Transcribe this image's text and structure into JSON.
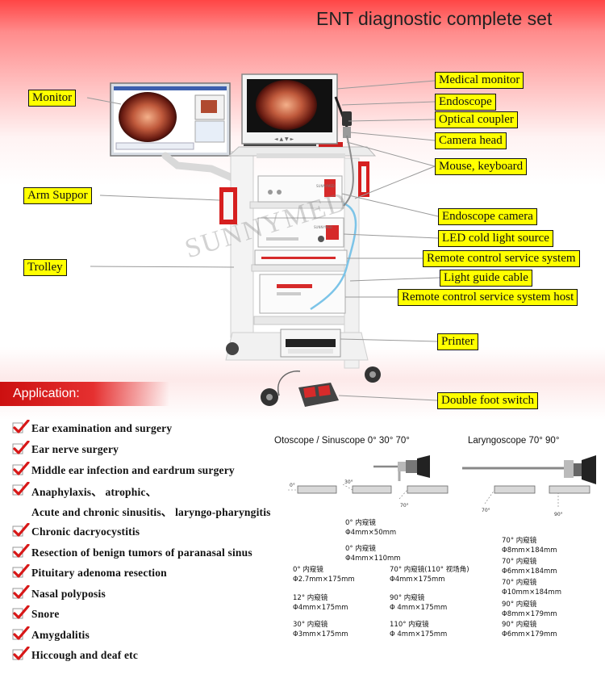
{
  "title": "ENT diagnostic complete set",
  "watermark": "SUNNYMED",
  "callouts": {
    "monitor": "Monitor",
    "arm_support": "Arm Suppor",
    "trolley": "Trolley",
    "medical_monitor": "Medical monitor",
    "endoscope": "Endoscope",
    "optical_coupler": "Optical coupler",
    "camera_head": "Camera head",
    "mouse_keyboard": "Mouse, keyboard",
    "endoscope_camera": "Endoscope camera",
    "led_light_source": "LED cold light source",
    "remote_control_system": "Remote control service system",
    "light_guide_cable": "Light guide cable",
    "remote_control_host": "Remote control service system host",
    "printer": "Printer",
    "double_foot_switch": "Double foot switch"
  },
  "device_labels": {
    "screen_buttons": "◄ ▲ ▼ ►",
    "camera_unit": "SUNNYMED",
    "light_unit": "SUNNYMED"
  },
  "application": {
    "heading": "Application:",
    "items": [
      "Ear  examination  and  surgery",
      "Ear  nerve  surgery",
      "Middle  ear infection  and  eardrum  surgery",
      "Anaphylaxis、 atrophic、",
      "Acute and chronic  sinusitis、  laryngo-pharyngitis",
      "Chronic  dacryocystitis",
      "Resection of benign tumors of paranasal sinus",
      "Pituitary adenoma resection",
      "Nasal polyposis",
      "Snore",
      "Amygdalitis",
      "Hiccough and deaf etc"
    ]
  },
  "scopes": {
    "otoscope_heading": "Otoscope / Sinuscope 0°  30°  70°",
    "laryngoscope_heading": "Laryngoscope 70°  90°",
    "tip_angles": [
      "0°",
      "30°",
      "70°",
      "70°",
      "90°"
    ],
    "specs": [
      {
        "name": "0°  内窥镜",
        "size": "Φ4mm×50mm"
      },
      {
        "name": "0°  内窥镜",
        "size": "Φ4mm×110mm"
      },
      {
        "name": "0°  内窥镜",
        "size": "Φ2.7mm×175mm"
      },
      {
        "name": "12°  内窥镜",
        "size": "Φ4mm×175mm"
      },
      {
        "name": "30°  内窥镜",
        "size": "Φ3mm×175mm"
      },
      {
        "name": "70°  内窥镜(110° 视场角)",
        "size": "Φ4mm×175mm"
      },
      {
        "name": "90°  内窥镜",
        "size": "Φ 4mm×175mm"
      },
      {
        "name": "110°  内窥镜",
        "size": "Φ 4mm×175mm"
      },
      {
        "name": "70°  内窥镜",
        "size": "Φ8mm×184mm"
      },
      {
        "name": "70°  内窥镜",
        "size": "Φ6mm×184mm"
      },
      {
        "name": "70°  内窥镜",
        "size": "Φ10mm×184mm"
      },
      {
        "name": "90°  内窥镜",
        "size": "Φ8mm×179mm"
      },
      {
        "name": "90°  内窥镜",
        "size": "Φ6mm×179mm"
      }
    ]
  },
  "colors": {
    "header_red": "#ff4545",
    "callout_yellow": "#ffff00",
    "check_red": "#d81818",
    "banner_red": "#cc1010"
  }
}
